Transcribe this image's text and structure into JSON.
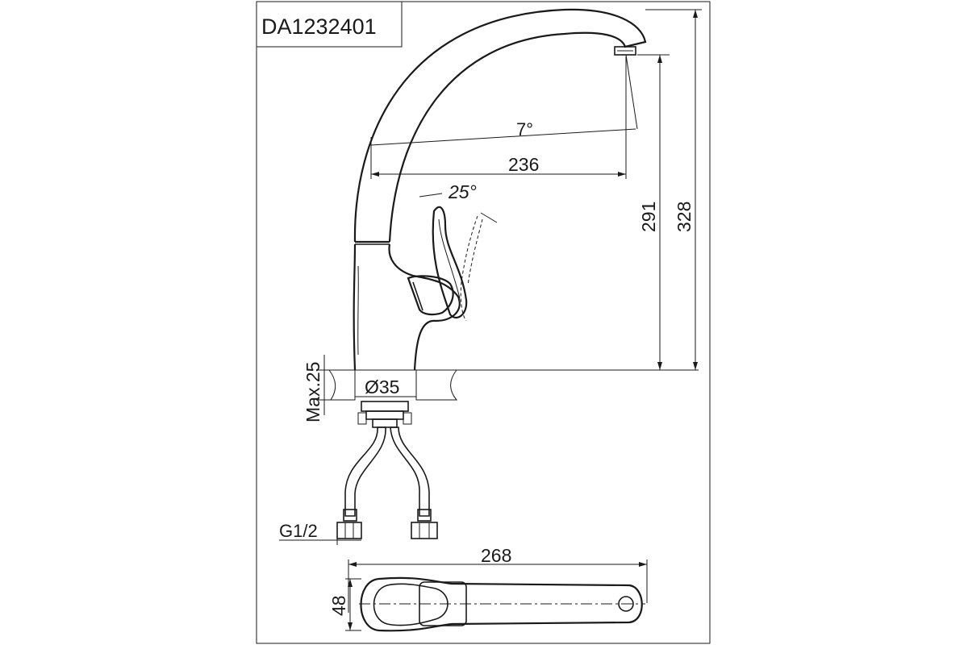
{
  "model_code": "DA1232401",
  "dimensions": {
    "spout_angle": "7°",
    "spout_reach": "236",
    "handle_angle": "25°",
    "spout_height": "291",
    "total_height": "328",
    "max_countertop": "Max.25",
    "hole_diameter": "Ø35",
    "connection_thread": "G1/2",
    "top_view_length": "268",
    "top_view_width": "48"
  },
  "colors": {
    "line": "#1a1a1a",
    "background": "#ffffff"
  }
}
